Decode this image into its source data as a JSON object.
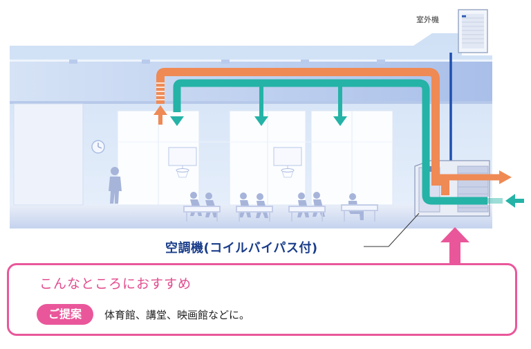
{
  "outdoor_unit_label": "室外機",
  "ac_unit_label": "空調機(コイルバイパス付)",
  "callout": {
    "title": "こんなところにおすすめ",
    "badge": "ご提案",
    "text": "体育館、講堂、映画館などに。"
  },
  "colors": {
    "supply_duct": "#24b3a6",
    "return_duct": "#ef8a55",
    "refrigerant_line": "#1e4fb0",
    "accent_pink": "#e9579a",
    "label_navy": "#1a3d8a"
  }
}
